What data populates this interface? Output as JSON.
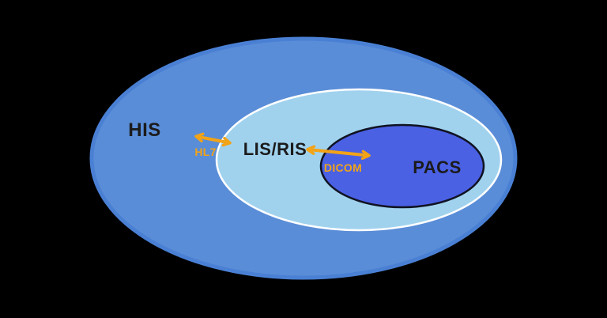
{
  "diagram": {
    "type": "nested-ellipse-diagram",
    "description": "Hospital information systems nesting: PACS inside LIS/RIS inside HIS, linked by HL7 and DICOM protocols",
    "nodes": [
      {
        "id": "his",
        "label": "HIS"
      },
      {
        "id": "lis-ris",
        "label": "LIS/RIS"
      },
      {
        "id": "pacs",
        "label": "PACS"
      }
    ],
    "links": [
      {
        "id": "hl7",
        "label": "HL7",
        "from": "HIS",
        "to": "LIS/RIS",
        "bidirectional": true
      },
      {
        "id": "dicom",
        "label": "DICOM",
        "from": "LIS/RIS",
        "to": "PACS",
        "bidirectional": true
      }
    ],
    "colors": {
      "background": "#000000",
      "outer_fill": "#5a8dd7",
      "outer_stroke": "#4a80d4",
      "middle_fill": "#a0d2ee",
      "middle_stroke": "#ffffff",
      "inner_fill": "#4a61e4",
      "inner_stroke": "#101322",
      "arrow": "#f2a317",
      "node_label": "#1b1b1b"
    }
  }
}
